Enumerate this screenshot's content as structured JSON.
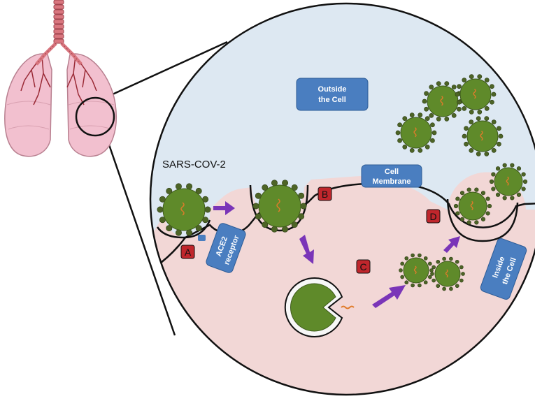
{
  "labels": {
    "outside": [
      "Outside",
      "the Cell"
    ],
    "membrane": [
      "Cell",
      "Membrane"
    ],
    "inside": [
      "Inside",
      "the Cell"
    ],
    "ace2": [
      "ACE2",
      "receptor"
    ],
    "virus_name": "SARS-COV-2"
  },
  "steps": [
    "A",
    "B",
    "C",
    "D"
  ],
  "colors": {
    "outside_bg": "#dde8f2",
    "inside_bg": "#f2d7d6",
    "label_box": "#4a7ec0",
    "step_box": "#c0262c",
    "arrow": "#7a35b8",
    "virus_body": "#5f8a2a",
    "virus_spike": "#4d6426",
    "lung": "#f2c0cf",
    "trachea": "#d9767f",
    "rna": "#e07b2a"
  },
  "icons": [
    "lungs-icon",
    "virus-icon",
    "rna-icon",
    "arrow-icon",
    "magnifier-circle-icon"
  ]
}
